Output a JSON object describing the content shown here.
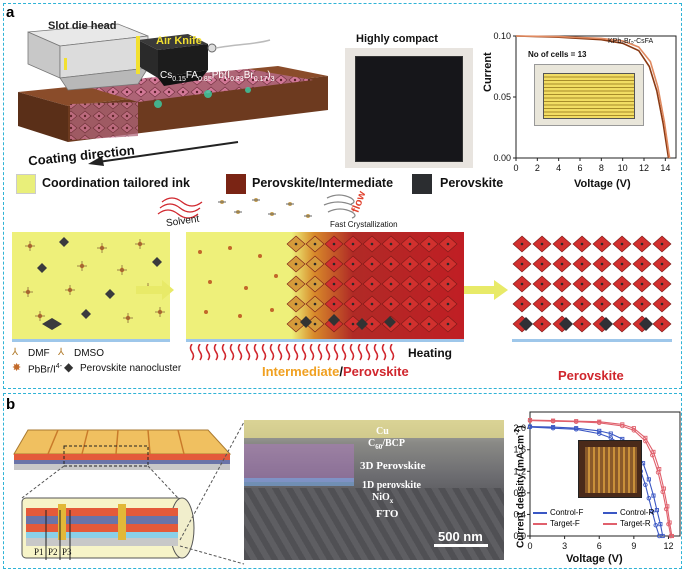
{
  "panel_a": {
    "label": "a",
    "slot_die": "Slot die head",
    "air_knife": "Air Knife",
    "composition": {
      "base": "Cs",
      "s1": "0.15",
      "p2": "FA",
      "s2": "0.85",
      "p3": "Pb(I",
      "s3": "0.83",
      "p4": "Br",
      "s4": "0.17",
      "p5": ")",
      "s5": "3"
    },
    "coating_direction": "Coating direction",
    "highly_compact": "Highly compact",
    "legend": {
      "ink": "Coordination tailored ink",
      "intermediate": "Perovskite/Intermediate",
      "perovskite": "Perovskite"
    },
    "solvent": "Solvent",
    "flow": "flow",
    "fast_crystallization": "Fast Crystallization",
    "species": {
      "dmf": "DMF",
      "dmso": "DMSO",
      "pbbr": "PbBr/I",
      "pbbr_sup": "4-",
      "cluster": "Perovskite nanocluster"
    },
    "heating": "Heating",
    "bottom_mid_a": "Intermediate",
    "bottom_mid_sep": "/",
    "bottom_mid_b": "Perovskite",
    "bottom_right": "Perovskite",
    "colors": {
      "ink": "#e9ef7a",
      "intermediate": "#7a2414",
      "perovskite": "#2b2d30",
      "accent_orange": "#f0a020",
      "accent_red": "#d0262d"
    }
  },
  "chart_a": {
    "type": "line",
    "title": "KPb₂Br₅-CsFA",
    "annotation": "No of cells = 13",
    "xlabel": "Voltage (V)",
    "ylabel": "Current",
    "xlim": [
      0,
      15
    ],
    "ylim": [
      0,
      0.1
    ],
    "xticks": [
      "0",
      "2",
      "4",
      "6",
      "8",
      "10",
      "12",
      "14"
    ],
    "yticks": [
      "0.00",
      "0.05",
      "0.10"
    ],
    "series": [
      {
        "color": "#8a3a14",
        "x": [
          0,
          4,
          8,
          10,
          11.5,
          12.5,
          13.2,
          13.8,
          14.3
        ],
        "y": [
          0.1,
          0.099,
          0.097,
          0.094,
          0.088,
          0.075,
          0.055,
          0.028,
          0.0
        ]
      },
      {
        "color": "#e08a60",
        "x": [
          0,
          4,
          8,
          10,
          11.5,
          12.6,
          13.3,
          13.9,
          14.4
        ],
        "y": [
          0.1,
          0.0995,
          0.098,
          0.096,
          0.091,
          0.079,
          0.058,
          0.03,
          0.0
        ]
      }
    ]
  },
  "panel_b": {
    "label": "b",
    "scribes": [
      "P1",
      "P2",
      "P3"
    ],
    "sem_layers": {
      "cu": "Cu",
      "c60": "C",
      "c60_sub": "60",
      "bcp": "/BCP",
      "perovskite_3d": "3D Perovskite",
      "perovskite_1d": "1D perovskite",
      "nio": "NiO",
      "nio_sub": "x",
      "fto": "FTO"
    },
    "scale_bar": "500 nm"
  },
  "chart_b": {
    "type": "line",
    "xlabel": "Voltage (V)",
    "ylabel": "Current density (mA cm",
    "ylabel_sup": "-2",
    "xlim": [
      0,
      13
    ],
    "ylim": [
      0,
      2.3
    ],
    "xticks": [
      "0",
      "3",
      "6",
      "9",
      "12"
    ],
    "yticks": [
      "0.0",
      "0.4",
      "0.8",
      "1.2",
      "1.6",
      "2.0"
    ],
    "series": [
      {
        "name": "Control-F",
        "color": "#3a57c4",
        "marker": "o",
        "x": [
          0,
          2,
          4,
          6,
          7,
          8,
          9,
          9.6,
          10,
          10.3,
          10.6,
          10.9,
          11.2
        ],
        "y": [
          2.02,
          2.0,
          1.98,
          1.9,
          1.82,
          1.68,
          1.45,
          1.2,
          0.95,
          0.7,
          0.45,
          0.2,
          0.0
        ]
      },
      {
        "name": "Control-R",
        "color": "#3a57c4",
        "marker": "s",
        "x": [
          0,
          2,
          4,
          6,
          7,
          8,
          9,
          9.8,
          10.3,
          10.7,
          11.0,
          11.3,
          11.5
        ],
        "y": [
          2.03,
          2.02,
          2.0,
          1.95,
          1.9,
          1.8,
          1.62,
          1.35,
          1.05,
          0.75,
          0.48,
          0.22,
          0.0
        ]
      },
      {
        "name": "Target-F",
        "color": "#e0606c",
        "marker": "o",
        "x": [
          0,
          2,
          4,
          6,
          8,
          9,
          10,
          10.6,
          11.1,
          11.5,
          11.8,
          12.0,
          12.2
        ],
        "y": [
          2.14,
          2.13,
          2.12,
          2.1,
          2.04,
          1.96,
          1.76,
          1.5,
          1.18,
          0.82,
          0.5,
          0.22,
          0.0
        ]
      },
      {
        "name": "Target-R",
        "color": "#e0606c",
        "marker": "s",
        "x": [
          0,
          2,
          4,
          6,
          8,
          9,
          10,
          10.7,
          11.2,
          11.6,
          11.9,
          12.1,
          12.3
        ],
        "y": [
          2.15,
          2.14,
          2.13,
          2.12,
          2.07,
          2.0,
          1.82,
          1.56,
          1.24,
          0.88,
          0.55,
          0.25,
          0.0
        ]
      }
    ],
    "legend_placement": "bottom-center"
  }
}
